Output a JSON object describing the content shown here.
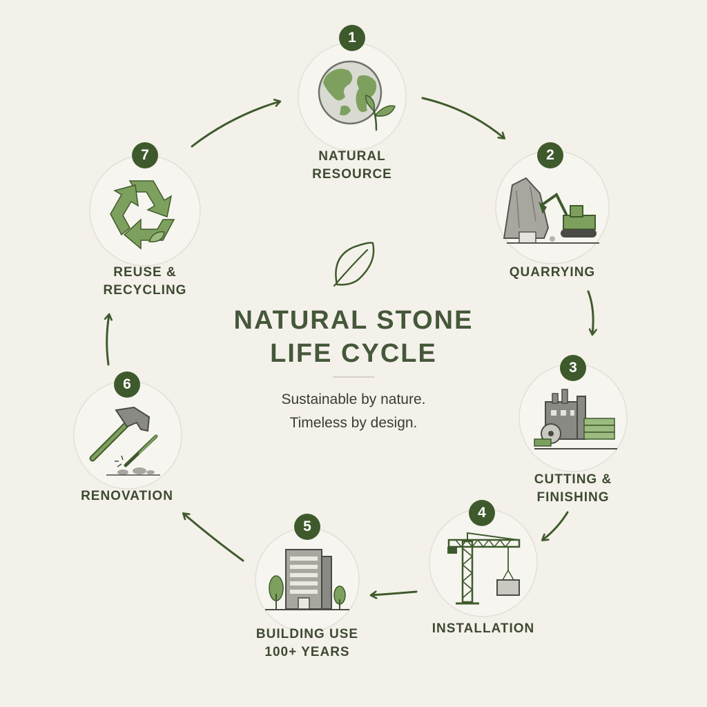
{
  "title": {
    "line1": "NATURAL STONE",
    "line2": "LIFE CYCLE"
  },
  "tagline": {
    "line1": "Sustainable by nature.",
    "line2": "Timeless by design."
  },
  "stages": [
    {
      "number": "1",
      "label_lines": [
        "NATURAL",
        "RESOURCE"
      ],
      "icon": "globe-sprout-icon"
    },
    {
      "number": "2",
      "label_lines": [
        "QUARRYING"
      ],
      "icon": "excavator-quarry-icon"
    },
    {
      "number": "3",
      "label_lines": [
        "CUTTING &",
        "FINISHING"
      ],
      "icon": "factory-saw-icon"
    },
    {
      "number": "4",
      "label_lines": [
        "INSTALLATION"
      ],
      "icon": "crane-icon"
    },
    {
      "number": "5",
      "label_lines": [
        "BUILDING USE",
        "100+ YEARS"
      ],
      "icon": "building-icon"
    },
    {
      "number": "6",
      "label_lines": [
        "RENOVATION"
      ],
      "icon": "hammer-chisel-icon"
    },
    {
      "number": "7",
      "label_lines": [
        "REUSE &",
        "RECYCLING"
      ],
      "icon": "recycle-icon"
    }
  ],
  "colors": {
    "background": "#f4f1ea",
    "accent_dark": "#3e5a2c",
    "accent_light": "#7ea05e",
    "stone_gray": "#8a8a84",
    "text": "#3d4a32"
  }
}
